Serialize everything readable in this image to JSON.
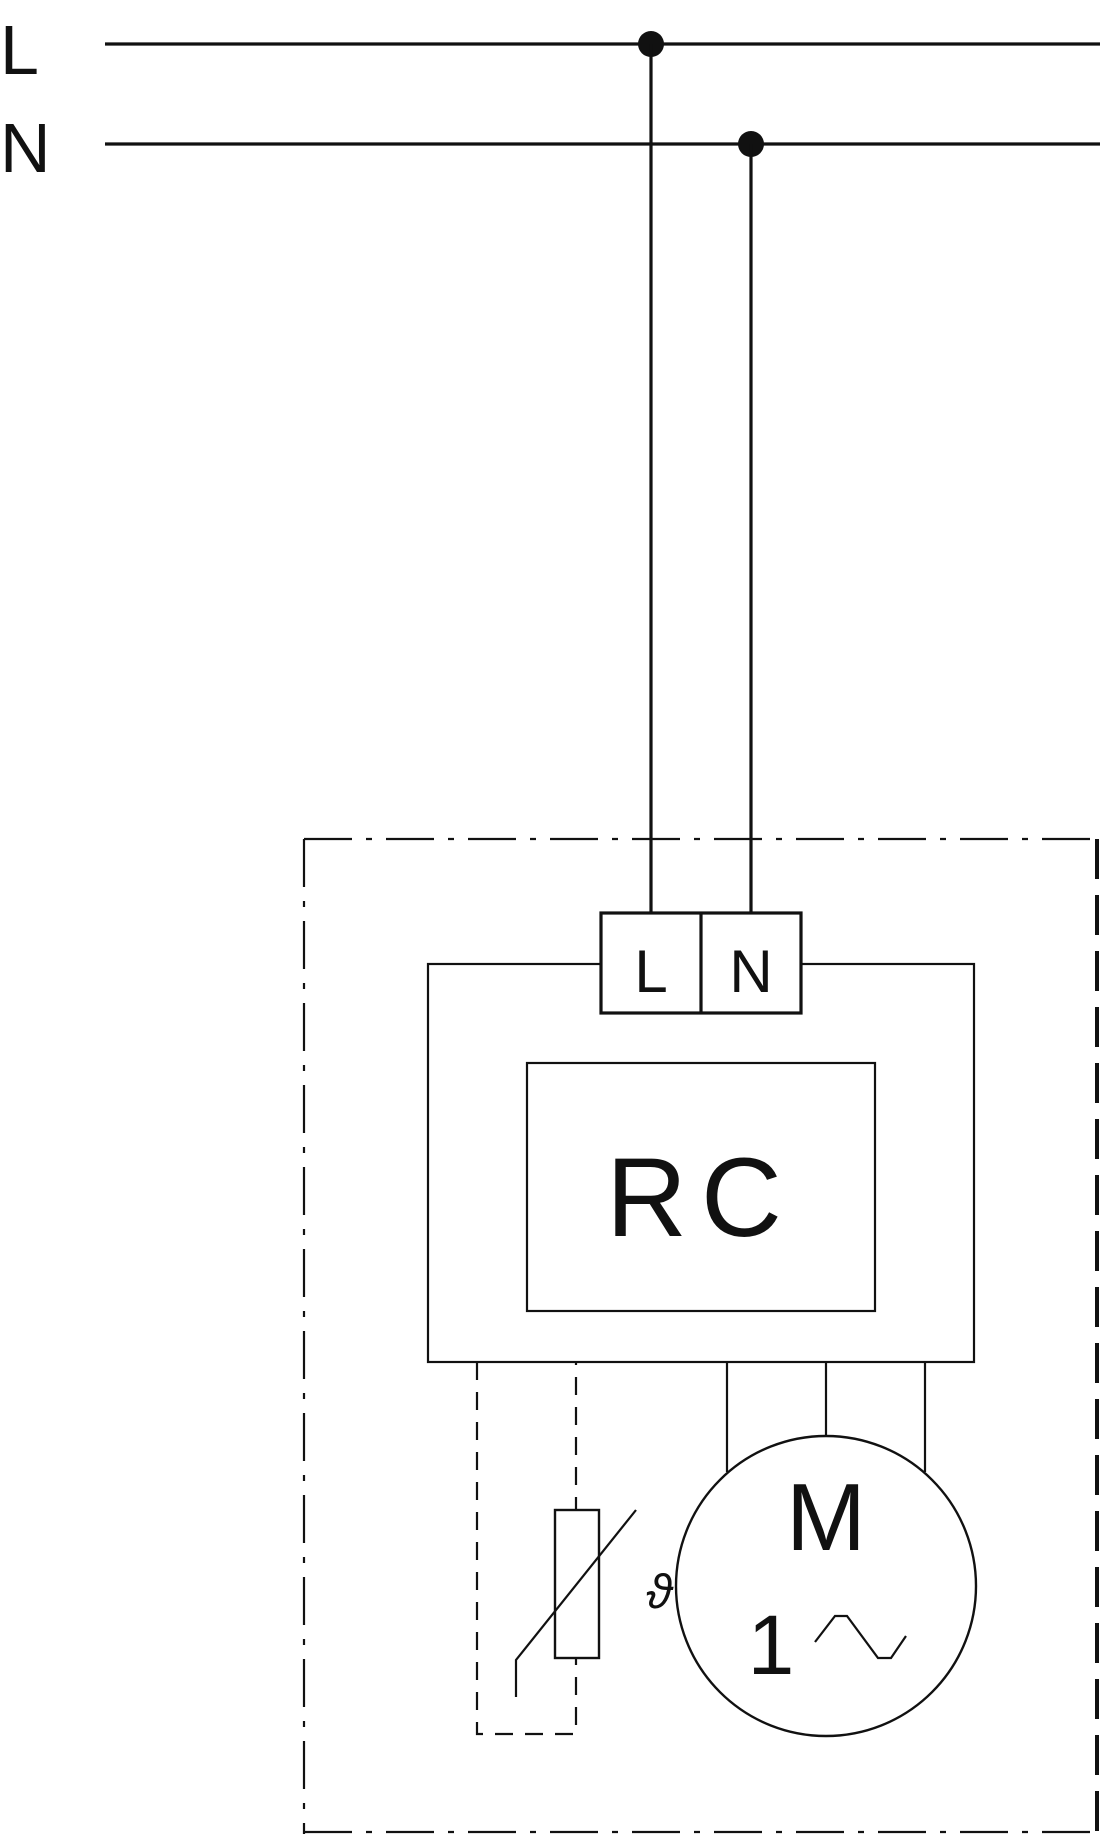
{
  "supply": {
    "line_label": "L",
    "neutral_label": "N"
  },
  "terminal": {
    "line_label": "L",
    "neutral_label": "N"
  },
  "controller": {
    "label": "RC"
  },
  "motor": {
    "label": "M",
    "phase_label": "1",
    "ac_symbol": "~"
  },
  "sensor": {
    "symbol": "ϑ"
  }
}
